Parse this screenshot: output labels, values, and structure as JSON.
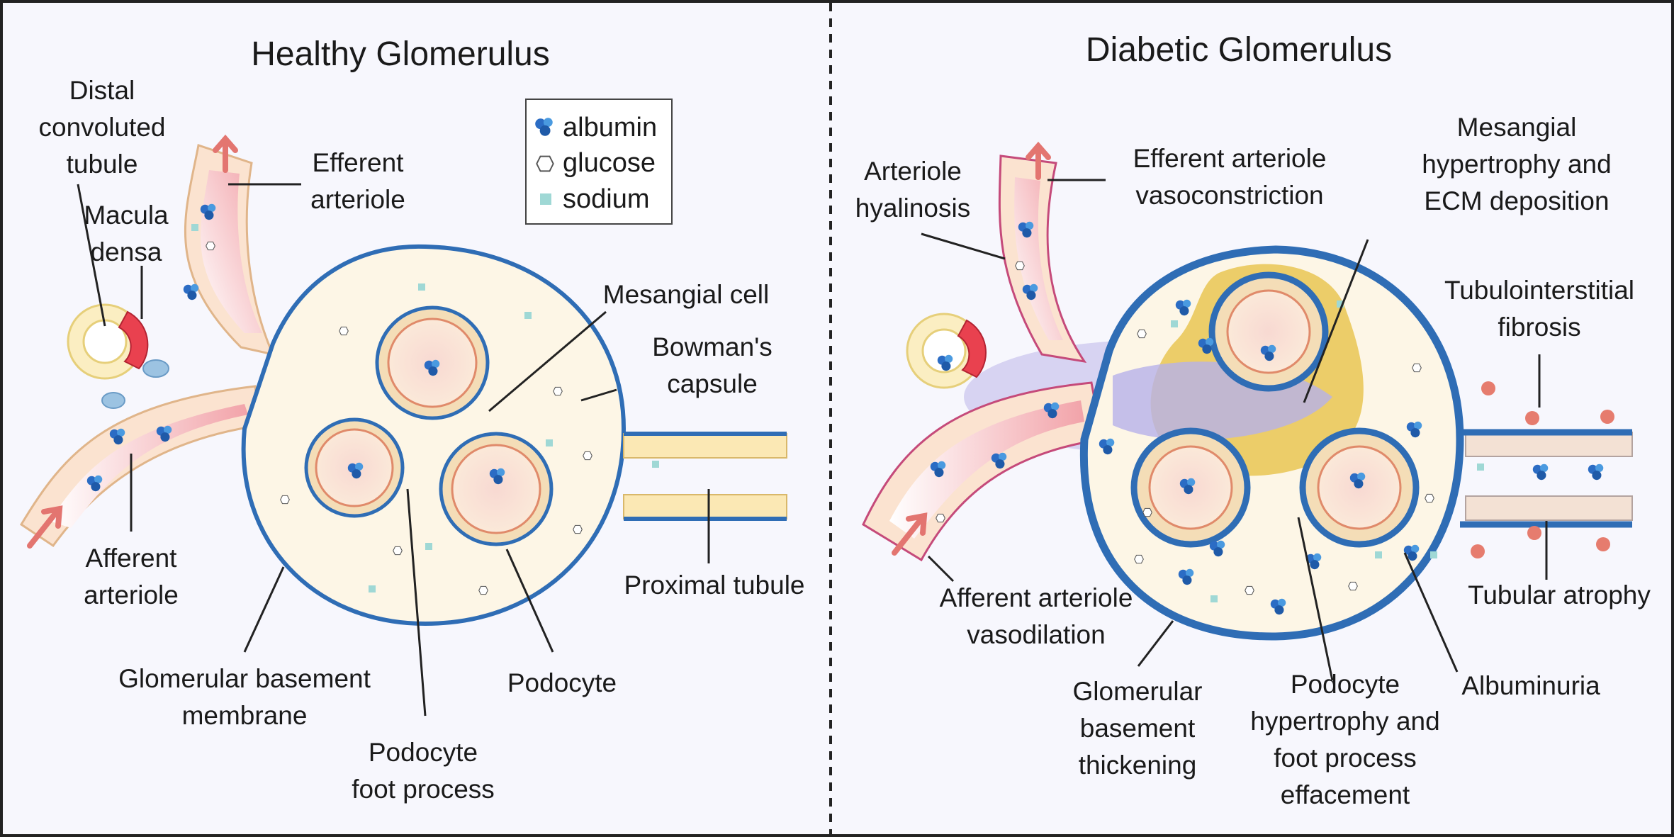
{
  "panels": {
    "healthy": {
      "title": "Healthy Glomerulus"
    },
    "diabetic": {
      "title": "Diabetic Glomerulus"
    }
  },
  "legend": {
    "albumin": "albumin",
    "glucose": "glucose",
    "sodium": "sodium"
  },
  "healthy_labels": {
    "distal_1": "Distal",
    "distal_2": "convoluted",
    "distal_3": "tubule",
    "macula_1": "Macula",
    "macula_2": "densa",
    "efferent_1": "Efferent",
    "efferent_2": "arteriole",
    "mesangial": "Mesangial cell",
    "bowman_1": "Bowman's",
    "bowman_2": "capsule",
    "afferent_1": "Afferent",
    "afferent_2": "arteriole",
    "proximal": "Proximal tubule",
    "gbm_1": "Glomerular basement",
    "gbm_2": "membrane",
    "podocyte": "Podocyte",
    "foot_1": "Podocyte",
    "foot_2": "foot process"
  },
  "diabetic_labels": {
    "hyal_1": "Arteriole",
    "hyal_2": "hyalinosis",
    "effvc_1": "Efferent arteriole",
    "effvc_2": "vasoconstriction",
    "mes_1": "Mesangial",
    "mes_2": "hypertrophy and",
    "mes_3": "ECM deposition",
    "tif_1": "Tubulointerstitial",
    "tif_2": "fibrosis",
    "affvd_1": "Afferent arteriole",
    "affvd_2": "vasodilation",
    "tub_atrophy": "Tubular atrophy",
    "gbmt_1": "Glomerular",
    "gbmt_2": "basement",
    "gbmt_3": "thickening",
    "pod_1": "Podocyte",
    "pod_2": "hypertrophy and",
    "pod_3": "foot process",
    "pod_4": "effacement",
    "albuminuria": "Albuminuria"
  },
  "colors": {
    "membrane_blue": "#2f6db5",
    "capsule_fill": "#fdf6e6",
    "capillary_pink": "#f6c6c4",
    "red_cell": "#e9414f",
    "mesangial_cell": "#9cc3e2",
    "sodium": "#9fd8d5",
    "albumin": "#2b6cc4",
    "yellow_matrix": "#e9c552",
    "fibrosis_purple": "#8a78c8"
  }
}
